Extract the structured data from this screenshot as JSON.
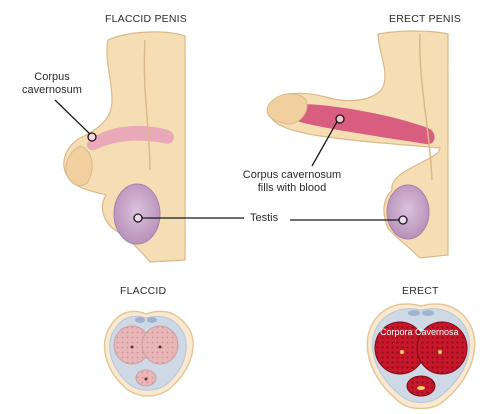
{
  "headings": {
    "flaccid_penis": "FLACCID PENIS",
    "erect_penis": "ERECT PENIS",
    "flaccid": "FLACCID",
    "erect": "ERECT"
  },
  "labels": {
    "corpus_cavernosum_line1": "Corpus",
    "corpus_cavernosum_line2": "cavernosum",
    "fills_line1": "Corpus cavernosum",
    "fills_line2": "fills with blood",
    "testis": "Testis",
    "corpora_cavernosa": "Corpora Cavernosa"
  },
  "colors": {
    "skin": "#f6deb4",
    "skin_outline": "#d9b98a",
    "testis": "#c7a4c8",
    "corpus_flaccid": "#e9a9b8",
    "corpus_erect": "#d95d7e",
    "cross_section_flaccid": "#e6b1b4",
    "cross_section_erect": "#c8172a",
    "pointer_line": "#1a1a1a"
  }
}
